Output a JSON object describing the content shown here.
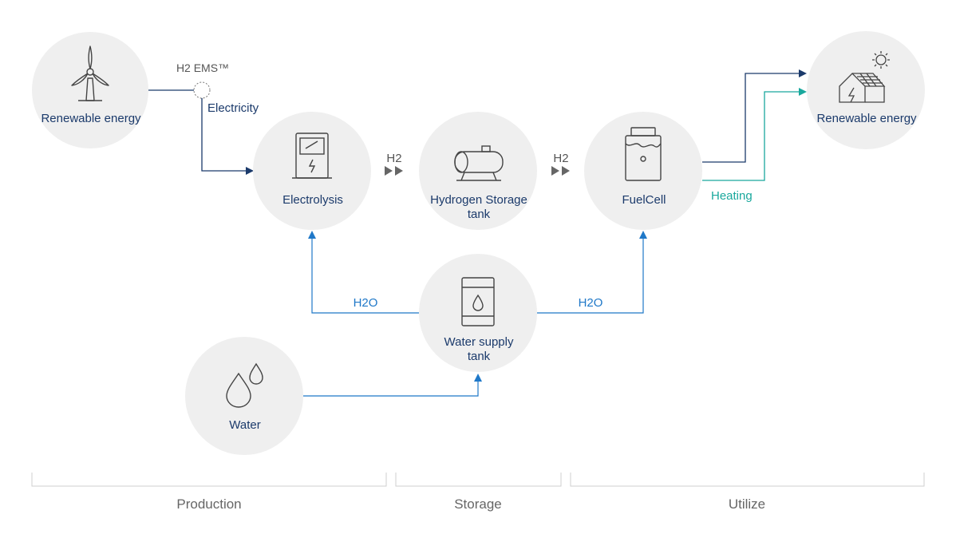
{
  "colors": {
    "navy": "#1b3a6b",
    "blue": "#1f78c8",
    "teal": "#19a89d",
    "circle": "#efefef",
    "icon": "#444444",
    "phase_line": "#cfcfcf",
    "phase_text": "#666666",
    "arrow_gray": "#666666"
  },
  "nodes": {
    "renewable_left": {
      "label": "Renewable energy",
      "icon": "wind-turbine-icon"
    },
    "electrolysis": {
      "label": "Electrolysis",
      "icon": "electrolyzer-icon"
    },
    "hydrogen_tank": {
      "label_line1": "Hydrogen Storage",
      "label_line2": "tank",
      "icon": "storage-tank-icon"
    },
    "fuelcell": {
      "label": "FuelCell",
      "icon": "fuel-cell-icon"
    },
    "renewable_right": {
      "label": "Renewable energy",
      "icon": "solar-house-icon"
    },
    "water_tank": {
      "label_line1": "Water supply",
      "label_line2": "tank",
      "icon": "water-barrel-icon"
    },
    "water": {
      "label": "Water",
      "icon": "water-drops-icon"
    }
  },
  "flows": {
    "ems": "H2 EMS™",
    "electricity": "Electricity",
    "h2_a": "H2",
    "h2_b": "H2",
    "h2o_left": "H2O",
    "h2o_right": "H2O",
    "heating": "Heating"
  },
  "phases": {
    "production": "Production",
    "storage": "Storage",
    "utilize": "Utilize"
  }
}
